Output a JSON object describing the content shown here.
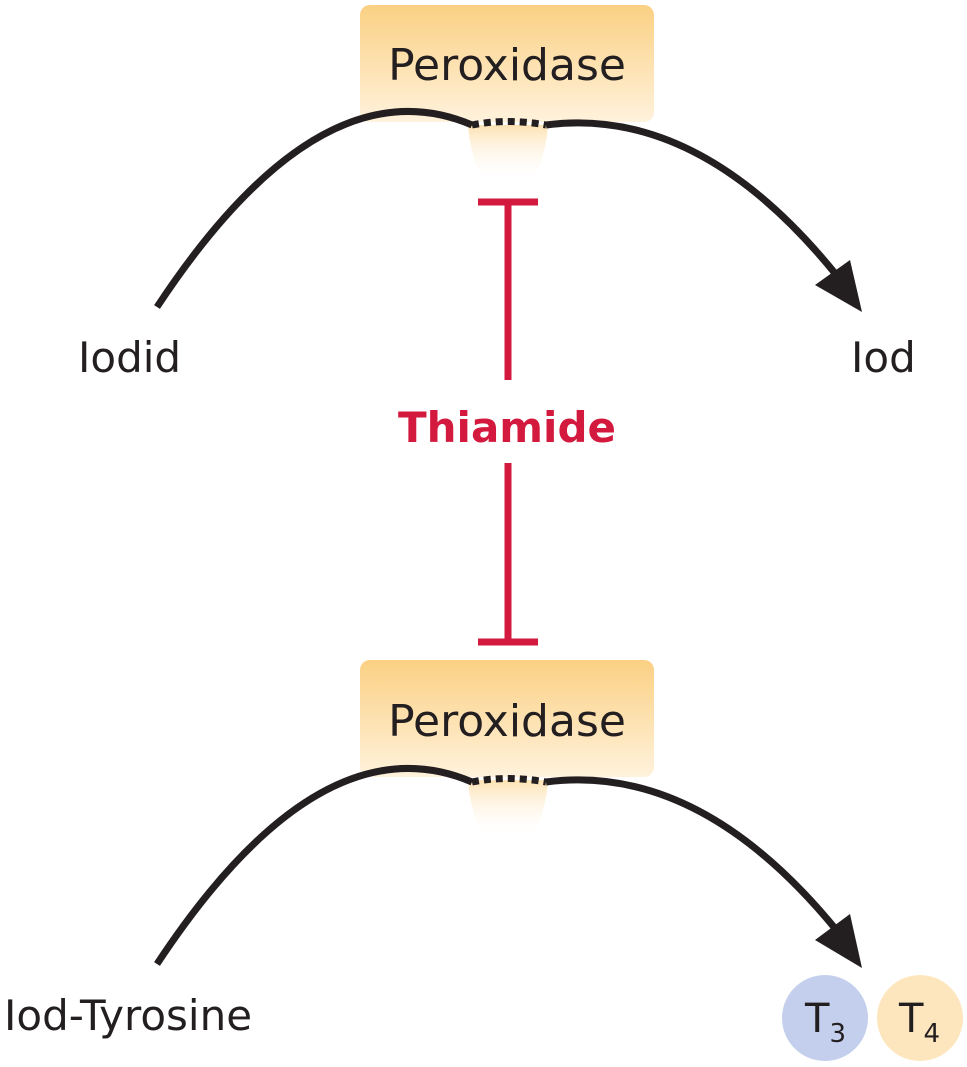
{
  "colors": {
    "enzyme_top": "#fbd083",
    "enzyme_bottom": "#fff2dc",
    "arrow": "#231f20",
    "inhibitor": "#d4193f",
    "t3_circle": "#c3cfec",
    "t4_circle": "#fde6bd",
    "text": "#231f20"
  },
  "reaction_1": {
    "enzyme": "Peroxidase",
    "substrate": "Iodid",
    "product": "Iod"
  },
  "inhibitor": {
    "label": "Thiamide"
  },
  "reaction_2": {
    "enzyme": "Peroxidase",
    "substrate": "Iod-Tyrosine",
    "products": [
      {
        "letter": "T",
        "subscript": "3"
      },
      {
        "letter": "T",
        "subscript": "4"
      }
    ]
  }
}
